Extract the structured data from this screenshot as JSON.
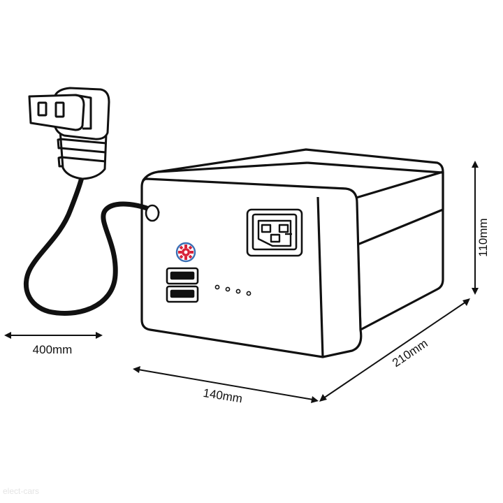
{
  "dimensions": {
    "cable_length": "400mm",
    "width": "140mm",
    "depth": "210mm",
    "height": "110mm"
  },
  "device": {
    "usb_port_count": 2,
    "indicator_led_count": 4,
    "logo_icon": "gear-logo-icon",
    "outlet_icon": "iec-c14-inlet-icon",
    "plug_icon": "two-prong-plug-icon"
  },
  "colors": {
    "line": "#111111",
    "background": "#ffffff",
    "logo_ring": "#3a6fb5",
    "logo_gear": "#d8233a"
  },
  "watermark": "elect-cars"
}
